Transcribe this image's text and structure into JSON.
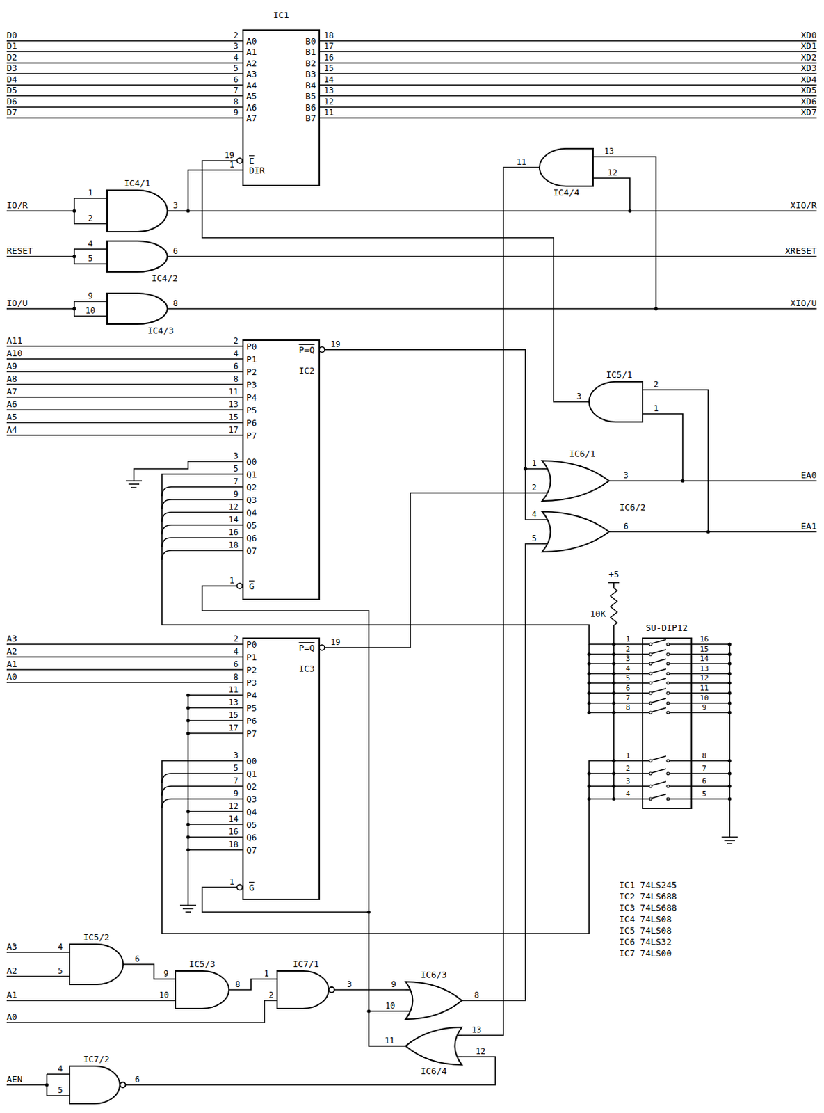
{
  "diagram": {
    "nodes": [
      {
        "text": [
          "IC1",
          "A0",
          "A1",
          "A2",
          "A3",
          "A4",
          "A5",
          "A6",
          "A7",
          "B0",
          "B1",
          "B2",
          "B3",
          "B4",
          "B5",
          "B6",
          "B7",
          "E",
          "DIR"
        ]
      },
      {
        "text": [
          "IC4/1"
        ]
      },
      {
        "text": [
          "IC4/2"
        ]
      },
      {
        "text": [
          "IC4/3"
        ]
      },
      {
        "text": [
          "IC4/4"
        ]
      },
      {
        "text": [
          "IC2",
          "P0",
          "P1",
          "P2",
          "P3",
          "P4",
          "P5",
          "P6",
          "P7",
          "P=Q",
          "Q0",
          "Q1",
          "Q2",
          "Q3",
          "Q4",
          "Q5",
          "Q6",
          "Q7",
          "G"
        ]
      },
      {
        "text": [
          "IC5/1"
        ]
      },
      {
        "text": [
          "IC6/1"
        ]
      },
      {
        "text": [
          "IC6/2"
        ]
      },
      {
        "text": [
          "IC3",
          "P0",
          "P1",
          "P2",
          "P3",
          "P4",
          "P5",
          "P6",
          "P7",
          "P=Q",
          "Q0",
          "Q1",
          "Q2",
          "Q3",
          "Q4",
          "Q5",
          "Q6",
          "Q7",
          "G"
        ]
      },
      {
        "text": [
          "SU-DIP12"
        ]
      },
      {
        "text": [
          "IC5/2"
        ]
      },
      {
        "text": [
          "IC5/3"
        ]
      },
      {
        "text": [
          "IC7/1"
        ]
      },
      {
        "text": [
          "IC6/3"
        ]
      },
      {
        "text": [
          "IC6/4"
        ]
      },
      {
        "text": [
          "IC7/2"
        ]
      }
    ],
    "edges": [
      {
        "from": 1,
        "to": 0,
        "arrow": "none"
      },
      {
        "from": 1,
        "to": 4,
        "arrow": "none"
      },
      {
        "from": 3,
        "to": 4,
        "arrow": "none"
      },
      {
        "from": 4,
        "to": 15,
        "arrow": "none"
      },
      {
        "from": 6,
        "to": 0,
        "arrow": "none"
      },
      {
        "from": 5,
        "to": 7,
        "arrow": "none"
      },
      {
        "from": 5,
        "to": 8,
        "arrow": "none"
      },
      {
        "from": 9,
        "to": 7,
        "arrow": "none"
      },
      {
        "from": 7,
        "to": 6,
        "arrow": "none"
      },
      {
        "from": 8,
        "to": 6,
        "arrow": "none"
      },
      {
        "from": 5,
        "to": 10,
        "arrow": "none"
      },
      {
        "from": 9,
        "to": 10,
        "arrow": "none"
      },
      {
        "from": 11,
        "to": 12,
        "arrow": "none"
      },
      {
        "from": 12,
        "to": 13,
        "arrow": "none"
      },
      {
        "from": 13,
        "to": 14,
        "arrow": "none"
      },
      {
        "from": 14,
        "to": 8,
        "arrow": "none"
      },
      {
        "from": 15,
        "to": 14,
        "arrow": "none"
      },
      {
        "from": 15,
        "to": 5,
        "arrow": "none"
      },
      {
        "from": 15,
        "to": 9,
        "arrow": "none"
      },
      {
        "from": 16,
        "to": 15,
        "arrow": "none"
      }
    ],
    "labels": [
      "D0",
      "D1",
      "D2",
      "D3",
      "D4",
      "D5",
      "D6",
      "D7",
      "2",
      "3",
      "4",
      "5",
      "6",
      "7",
      "8",
      "9",
      "XD0",
      "XD1",
      "XD2",
      "XD3",
      "XD4",
      "XD5",
      "XD6",
      "XD7",
      "18",
      "17",
      "16",
      "15",
      "14",
      "13",
      "12",
      "11",
      "19",
      "1",
      "IO/R",
      "1",
      "2",
      "3",
      "XIO/R",
      "RESET",
      "4",
      "5",
      "6",
      "XRESET",
      "IO/U",
      "9",
      "10",
      "8",
      "XIO/U",
      "11",
      "13",
      "12",
      "A11",
      "A10",
      "A9",
      "A8",
      "A7",
      "A6",
      "A5",
      "A4",
      "2",
      "4",
      "6",
      "8",
      "11",
      "13",
      "15",
      "17",
      "19",
      "3",
      "5",
      "7",
      "9",
      "12",
      "14",
      "16",
      "18",
      "1",
      "3",
      "2",
      "1",
      "1",
      "2",
      "3",
      "4",
      "5",
      "6",
      "EA0",
      "EA1",
      "+5",
      "10K",
      "1",
      "2",
      "3",
      "4",
      "5",
      "6",
      "7",
      "8",
      "16",
      "15",
      "14",
      "13",
      "12",
      "11",
      "10",
      "9",
      "1",
      "2",
      "3",
      "4",
      "8",
      "7",
      "6",
      "5",
      "A3",
      "A2",
      "A1",
      "A0",
      "2",
      "4",
      "6",
      "8",
      "11",
      "13",
      "15",
      "17",
      "19",
      "3",
      "5",
      "7",
      "9",
      "12",
      "14",
      "16",
      "18",
      "1",
      "A3",
      "4",
      "A2",
      "5",
      "6",
      "9",
      "A1",
      "10",
      "8",
      "1",
      "A0",
      "2",
      "3",
      "9",
      "10",
      "8",
      "11",
      "13",
      "12",
      "AEN",
      "4",
      "5",
      "6",
      "IC1 74LS245",
      "IC2 74LS688",
      "IC3 74LS688",
      "IC4 74LS08",
      "IC5 74LS08",
      "IC6 74LS32",
      "IC7 74LS00"
    ]
  }
}
